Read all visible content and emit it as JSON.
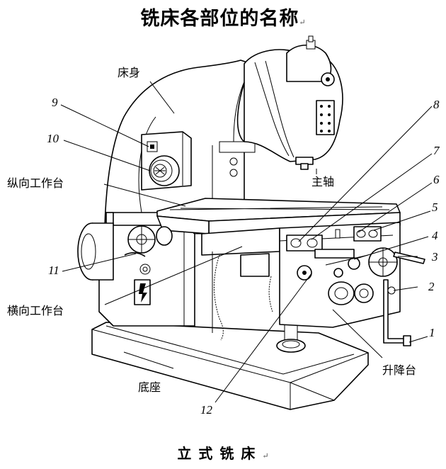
{
  "title": "铣床各部位的名称",
  "caption": "立式铣床",
  "paragraph_mark": "↵",
  "labels": {
    "bed": "床身",
    "spindle": "主轴",
    "longitudinal_table": "纵向工作台",
    "cross_table": "横向工作台",
    "base": "底座",
    "knee": "升降台"
  },
  "numbers": [
    "1",
    "2",
    "3",
    "4",
    "5",
    "6",
    "7",
    "8",
    "9",
    "10",
    "11",
    "12"
  ]
}
